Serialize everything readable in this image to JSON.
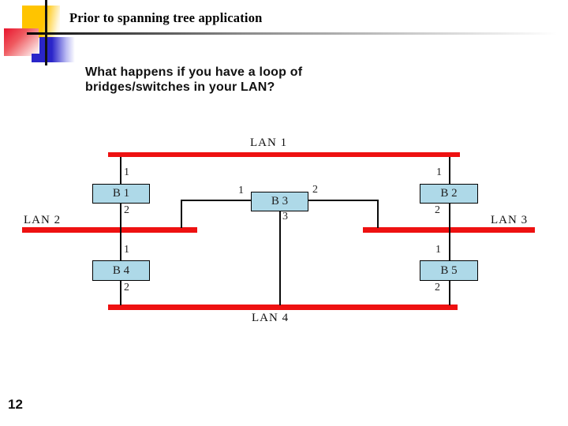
{
  "slide": {
    "title": "Prior to spanning tree application",
    "page_number": "12",
    "body": {
      "line1": "What happens if you have a loop of",
      "line2": "bridges/switches in your LAN?"
    }
  },
  "diagram": {
    "lans": {
      "lan1": "LAN 1",
      "lan2": "LAN 2",
      "lan3": "LAN 3",
      "lan4": "LAN 4"
    },
    "bridges": {
      "b1": "B 1",
      "b2": "B 2",
      "b3": "B 3",
      "b4": "B 4",
      "b5": "B 5"
    },
    "ports": {
      "b1_1": "1",
      "b1_2": "2",
      "b2_1": "1",
      "b2_2": "2",
      "b3_1": "1",
      "b3_2": "2",
      "b3_3": "3",
      "b4_1": "1",
      "b4_2": "2",
      "b5_1": "1",
      "b5_2": "2"
    }
  },
  "colors": {
    "lan_bar": "#ee1111",
    "bridge_fill": "#aed9e8",
    "deco_gold": "#ffc400",
    "deco_red": "#e8142d",
    "deco_blue": "#2a25c9",
    "title_text": "#000000",
    "body_text": "#111111"
  }
}
